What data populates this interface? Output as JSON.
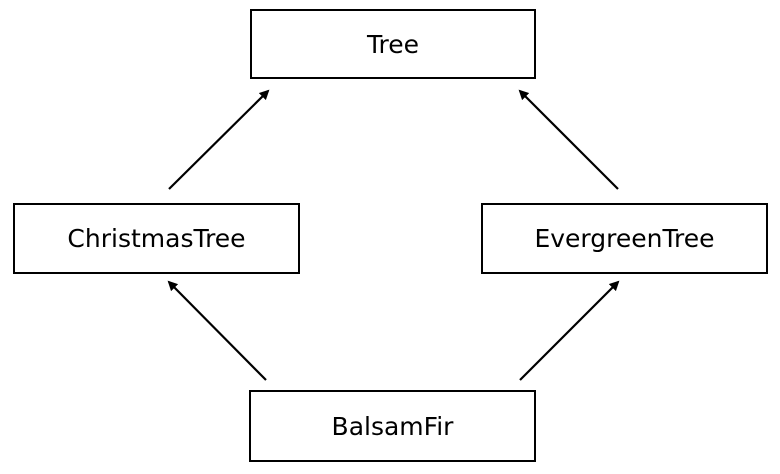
{
  "nodes": {
    "tree": "Tree",
    "christmas_tree": "ChristmasTree",
    "evergreen_tree": "EvergreenTree",
    "balsam_fir": "BalsamFir"
  },
  "edges": [
    {
      "from": "christmas_tree",
      "to": "tree"
    },
    {
      "from": "evergreen_tree",
      "to": "tree"
    },
    {
      "from": "balsam_fir",
      "to": "christmas_tree"
    },
    {
      "from": "balsam_fir",
      "to": "evergreen_tree"
    }
  ],
  "colors": {
    "stroke": "#000000",
    "background": "#ffffff"
  }
}
